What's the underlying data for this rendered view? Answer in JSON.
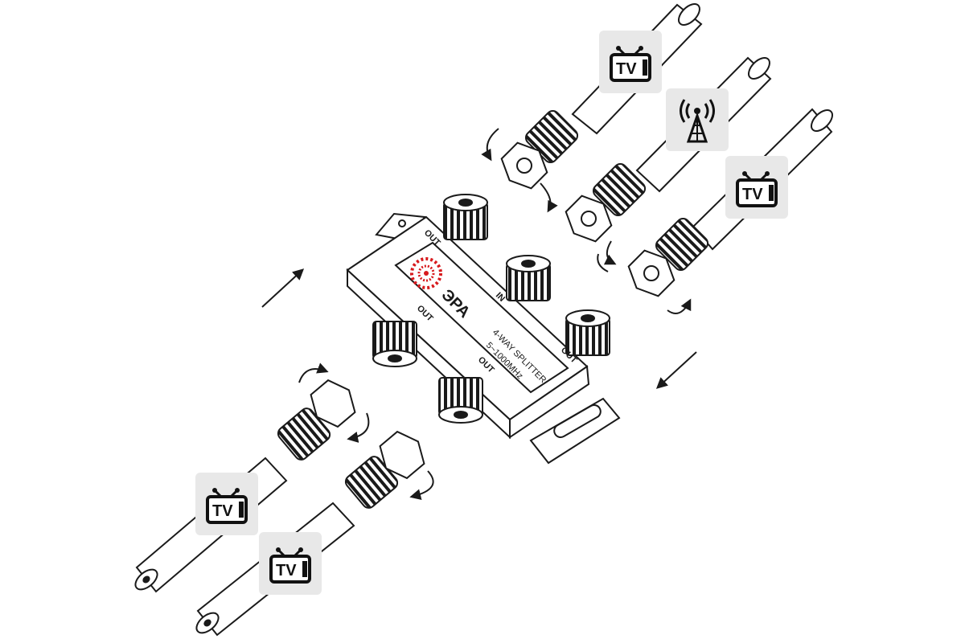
{
  "splitter": {
    "brand": "ЭРА",
    "model": "4-WAY SPLITTER",
    "frequency": "5~1000MHz",
    "in_label": "IN",
    "out_labels": [
      "OUT",
      "OUT",
      "OUT",
      "OUT"
    ]
  },
  "icons": [
    {
      "type": "tv-icon",
      "label": "TV"
    },
    {
      "type": "antenna-icon",
      "label": ""
    },
    {
      "type": "tv-icon",
      "label": "TV"
    },
    {
      "type": "tv-icon",
      "label": "TV"
    },
    {
      "type": "tv-icon",
      "label": "TV"
    }
  ],
  "colors": {
    "line": "#1a1a1a",
    "tile": "#e8e8e8",
    "brand_red": "#d7191c"
  }
}
